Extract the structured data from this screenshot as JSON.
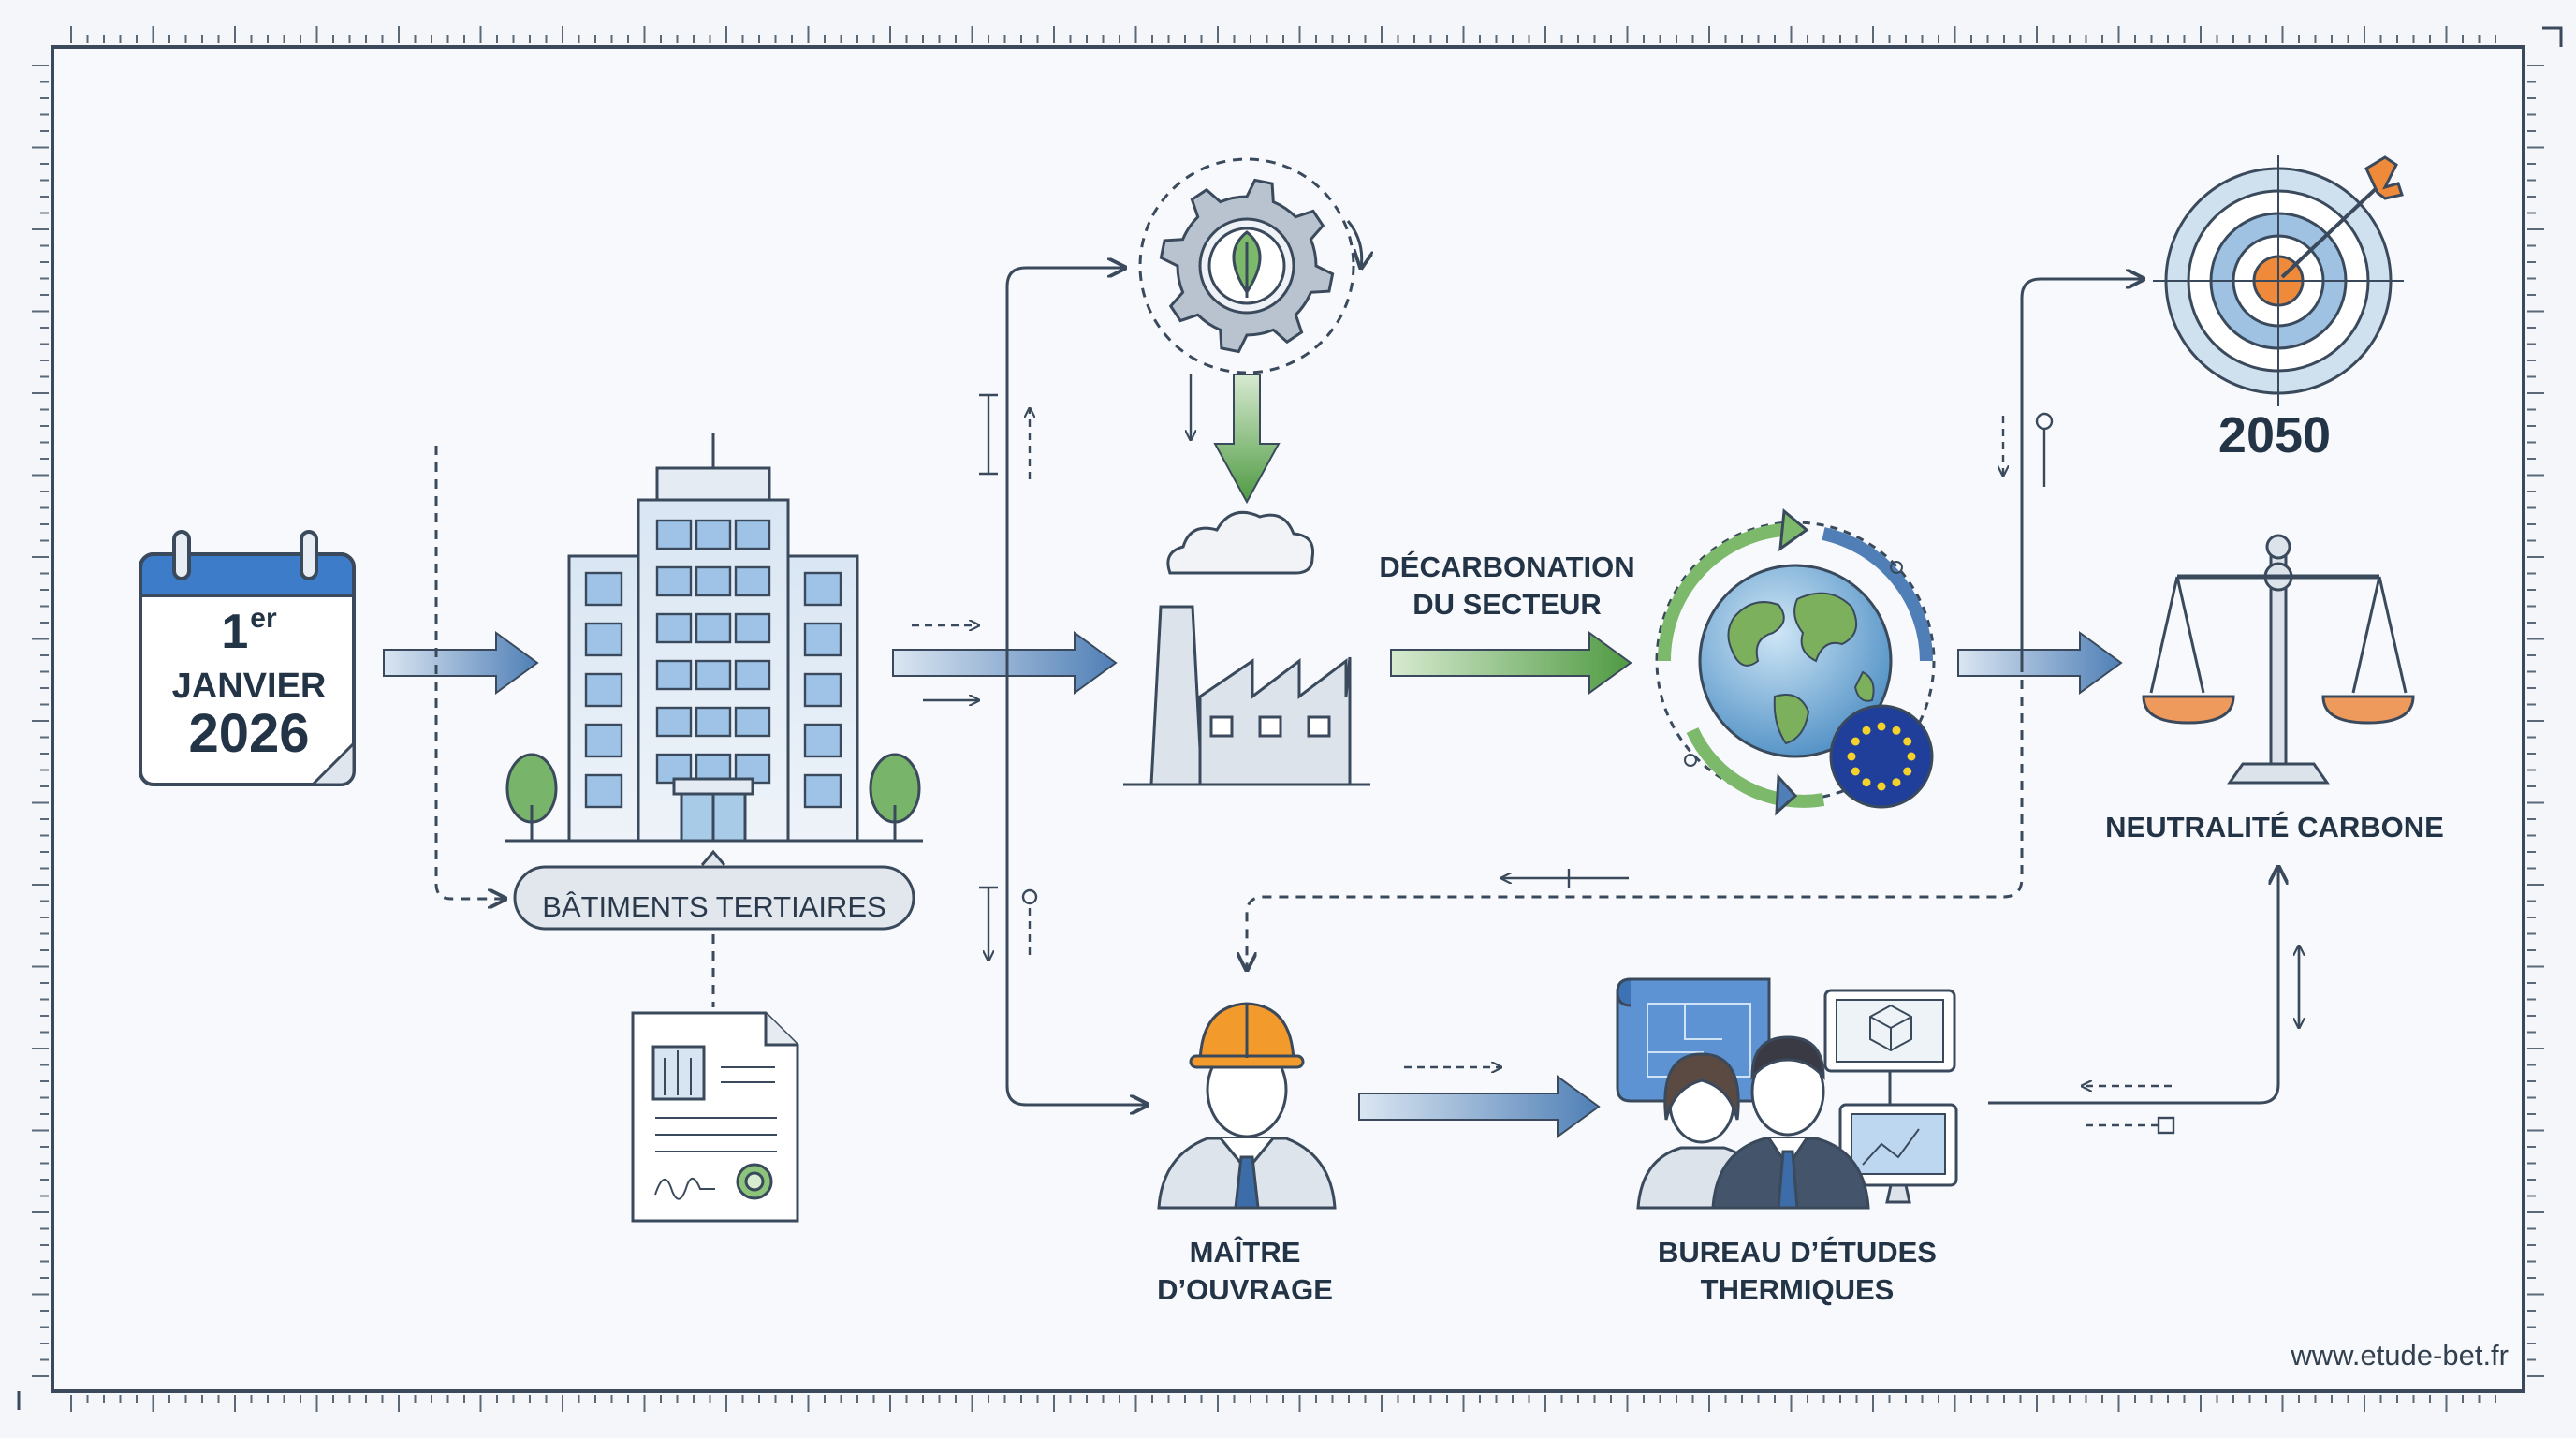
{
  "calendar": {
    "day": "1",
    "day_suffix": "er",
    "month": "JANVIER",
    "year": "2026"
  },
  "nodes": {
    "batiments": "BÂTIMENTS TERTIAIRES",
    "decarbonation": [
      "DÉCARBONATION",
      "DU SECTEUR"
    ],
    "objective_year": "2050",
    "neutralite": "NEUTRALITÉ CARBONE",
    "maitre": [
      "MAÎTRE",
      "D’OUVRAGE"
    ],
    "bureau": [
      "BUREAU D’ÉTUDES",
      "THERMIQUES"
    ]
  },
  "footer": {
    "website": "www.etude-bet.fr"
  },
  "colors": {
    "arrow_blue": "#5b86b8",
    "arrow_green": "#5aa049",
    "outline": "#3a4a5c",
    "target_orange": "#ee8a3a",
    "eu_blue": "#1f3f9a"
  }
}
